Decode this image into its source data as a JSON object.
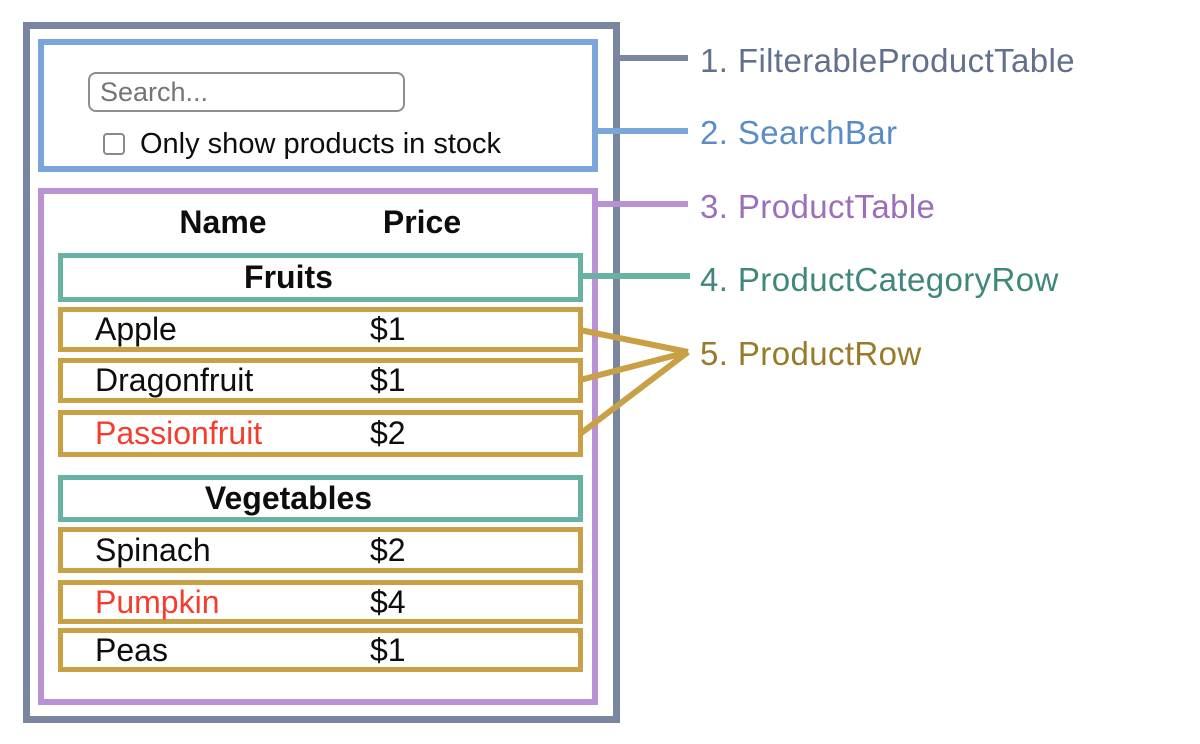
{
  "diagram": {
    "search_bar": {
      "placeholder": "Search...",
      "checkbox_label": "Only show products in stock",
      "checkbox_checked": false
    },
    "table": {
      "headers": {
        "name": "Name",
        "price": "Price"
      },
      "rows": [
        {
          "type": "category",
          "label": "Fruits"
        },
        {
          "type": "product",
          "name": "Apple",
          "price": "$1",
          "in_stock": true
        },
        {
          "type": "product",
          "name": "Dragonfruit",
          "price": "$1",
          "in_stock": true
        },
        {
          "type": "product",
          "name": "Passionfruit",
          "price": "$2",
          "in_stock": false
        },
        {
          "type": "category",
          "label": "Vegetables"
        },
        {
          "type": "product",
          "name": "Spinach",
          "price": "$2",
          "in_stock": true
        },
        {
          "type": "product",
          "name": "Pumpkin",
          "price": "$4",
          "in_stock": false
        },
        {
          "type": "product",
          "name": "Peas",
          "price": "$1",
          "in_stock": true
        }
      ]
    },
    "annotations": [
      {
        "text": "1. FilterableProductTable",
        "color": "#61708c"
      },
      {
        "text": "2. SearchBar",
        "color": "#5a8cc6"
      },
      {
        "text": "3. ProductTable",
        "color": "#9b6fbb"
      },
      {
        "text": "4. ProductCategoryRow",
        "color": "#3f877a"
      },
      {
        "text": "5. ProductRow",
        "color": "#987a28"
      }
    ],
    "colors": {
      "outline_filterable_product_table": "#7a86a0",
      "outline_search_bar": "#7aa6db",
      "outline_product_table": "#b992d4",
      "outline_product_category_row": "#68b2a4",
      "outline_product_row": "#c8a045",
      "out_of_stock_text": "#f53c2d"
    }
  }
}
